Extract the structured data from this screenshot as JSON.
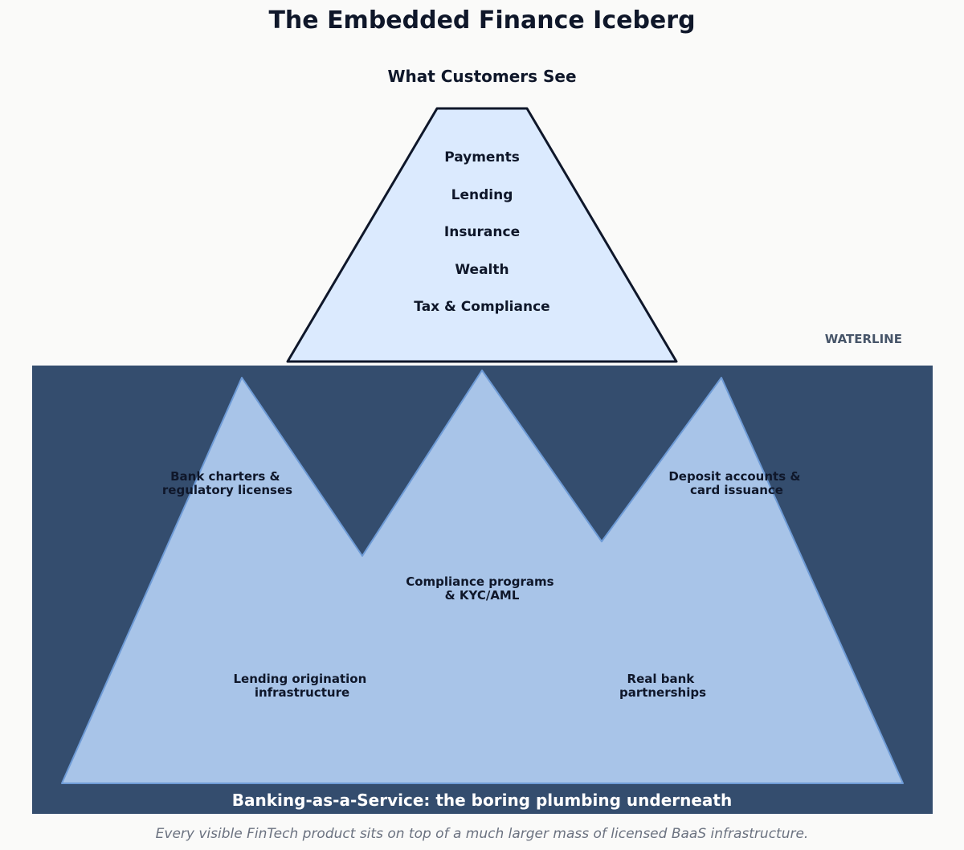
{
  "title": "The Embedded Finance Iceberg",
  "above_water": {
    "heading": "What Customers See",
    "items": [
      "Payments",
      "Lending",
      "Insurance",
      "Wealth",
      "Tax & Compliance"
    ]
  },
  "waterline_label": "WATERLINE",
  "below_water": {
    "labels": [
      {
        "lines": [
          "Bank charters &",
          "regulatory licenses"
        ]
      },
      {
        "lines": [
          "Deposit accounts &",
          "card issuance"
        ]
      },
      {
        "lines": [
          "Compliance programs",
          "& KYC/AML"
        ]
      },
      {
        "lines": [
          "Lending origination",
          "infrastructure"
        ]
      },
      {
        "lines": [
          "Real bank",
          "partnerships"
        ]
      }
    ],
    "base_label": "Banking-as-a-Service: the boring plumbing underneath"
  },
  "caption": "Every visible FinTech product sits on top of a much larger mass of licensed BaaS infrastructure.",
  "colors": {
    "background": "#fafaf9",
    "tip_fill": "#dbeafe",
    "tip_stroke": "#0f172a",
    "water": "#344d6e",
    "mass_fill": "#a8c4e8",
    "mass_stroke": "#6e9bd6",
    "text_dark": "#0f172a",
    "text_light": "#ffffff",
    "waterline_text": "#475569",
    "caption_text": "#6b7280"
  }
}
